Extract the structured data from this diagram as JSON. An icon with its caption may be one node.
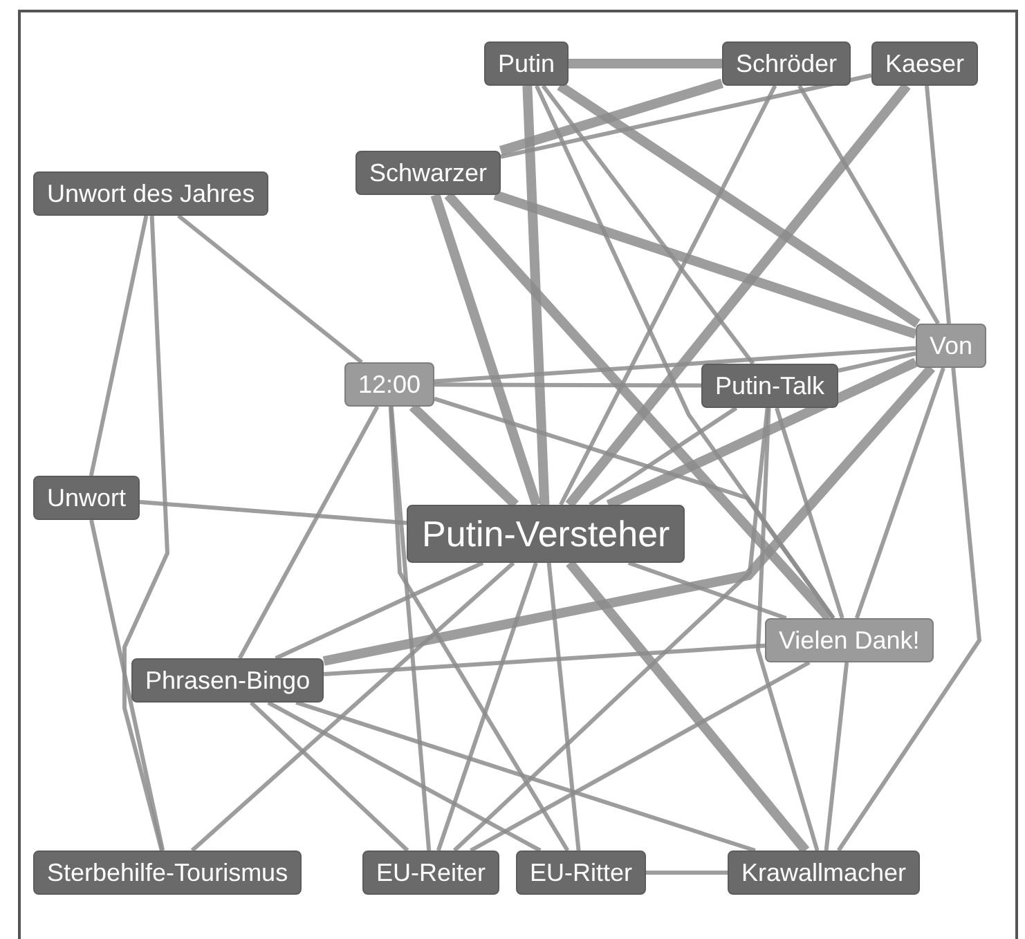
{
  "diagram": {
    "nodes": [
      {
        "text": [
          "Putin"
        ]
      },
      {
        "text": [
          "Schröder"
        ]
      },
      {
        "text": [
          "Kaeser"
        ]
      },
      {
        "text": [
          "Schwarzer"
        ]
      },
      {
        "text": [
          "Unwort des Jahres"
        ]
      },
      {
        "text": [
          "Von"
        ]
      },
      {
        "text": [
          "12:00"
        ]
      },
      {
        "text": [
          "Putin-Talk"
        ]
      },
      {
        "text": [
          "Unwort"
        ]
      },
      {
        "text": [
          "Putin-Versteher"
        ]
      },
      {
        "text": [
          "Vielen Dank!"
        ]
      },
      {
        "text": [
          "Phrasen-Bingo"
        ]
      },
      {
        "text": [
          "Sterbehilfe-Tourismus"
        ]
      },
      {
        "text": [
          "EU-Reiter"
        ]
      },
      {
        "text": [
          "EU-Ritter"
        ]
      },
      {
        "text": [
          "Krawallmacher"
        ]
      }
    ],
    "edges": [
      {
        "from": 0,
        "to": 1,
        "arrow": "none",
        "style": "thick"
      },
      {
        "from": 0,
        "to": 5,
        "arrow": "none",
        "style": "thick"
      },
      {
        "from": 0,
        "to": 9,
        "arrow": "none",
        "style": "thick"
      },
      {
        "from": 0,
        "to": 10,
        "arrow": "none"
      },
      {
        "from": 0,
        "to": 7,
        "arrow": "none"
      },
      {
        "from": 1,
        "to": 3,
        "arrow": "none",
        "style": "thick"
      },
      {
        "from": 2,
        "to": 3,
        "arrow": "none"
      },
      {
        "from": 1,
        "to": 9,
        "arrow": "none"
      },
      {
        "from": 1,
        "to": 5,
        "arrow": "none"
      },
      {
        "from": 2,
        "to": 9,
        "arrow": "none",
        "style": "thick"
      },
      {
        "from": 2,
        "to": 5,
        "arrow": "none"
      },
      {
        "from": 3,
        "to": 5,
        "arrow": "none",
        "style": "thick"
      },
      {
        "from": 3,
        "to": 9,
        "arrow": "none",
        "style": "thick"
      },
      {
        "from": 3,
        "to": 10,
        "arrow": "none",
        "style": "thick"
      },
      {
        "from": 4,
        "to": 6,
        "arrow": "none"
      },
      {
        "from": 4,
        "to": 8,
        "arrow": "none"
      },
      {
        "from": 4,
        "to": 12,
        "arrow": "none"
      },
      {
        "from": 6,
        "to": 7,
        "arrow": "none"
      },
      {
        "from": 6,
        "to": 5,
        "arrow": "none"
      },
      {
        "from": 6,
        "to": 9,
        "arrow": "none",
        "style": "thick"
      },
      {
        "from": 6,
        "to": 10,
        "arrow": "none"
      },
      {
        "from": 6,
        "to": 11,
        "arrow": "none"
      },
      {
        "from": 6,
        "to": 13,
        "arrow": "none"
      },
      {
        "from": 6,
        "to": 14,
        "arrow": "none"
      },
      {
        "from": 7,
        "to": 5,
        "arrow": "none"
      },
      {
        "from": 7,
        "to": 9,
        "arrow": "none"
      },
      {
        "from": 7,
        "to": 10,
        "arrow": "none"
      },
      {
        "from": 7,
        "to": 15,
        "arrow": "none"
      },
      {
        "from": 7,
        "to": 13,
        "arrow": "none"
      },
      {
        "from": 5,
        "to": 9,
        "arrow": "none",
        "style": "thick"
      },
      {
        "from": 5,
        "to": 10,
        "arrow": "none"
      },
      {
        "from": 5,
        "to": 15,
        "arrow": "none"
      },
      {
        "from": 5,
        "to": 11,
        "arrow": "none",
        "style": "thick"
      },
      {
        "from": 8,
        "to": 9,
        "arrow": "none"
      },
      {
        "from": 8,
        "to": 12,
        "arrow": "none"
      },
      {
        "from": 9,
        "to": 10,
        "arrow": "none"
      },
      {
        "from": 9,
        "to": 11,
        "arrow": "none"
      },
      {
        "from": 9,
        "to": 12,
        "arrow": "none"
      },
      {
        "from": 9,
        "to": 13,
        "arrow": "none"
      },
      {
        "from": 9,
        "to": 14,
        "arrow": "none"
      },
      {
        "from": 9,
        "to": 15,
        "arrow": "none",
        "style": "thick"
      },
      {
        "from": 10,
        "to": 11,
        "arrow": "none"
      },
      {
        "from": 10,
        "to": 13,
        "arrow": "none"
      },
      {
        "from": 10,
        "to": 15,
        "arrow": "none"
      },
      {
        "from": 11,
        "to": 13,
        "arrow": "none"
      },
      {
        "from": 11,
        "to": 14,
        "arrow": "none"
      },
      {
        "from": 11,
        "to": 15,
        "arrow": "none"
      },
      {
        "from": 14,
        "to": 15,
        "arrow": "none"
      }
    ]
  }
}
